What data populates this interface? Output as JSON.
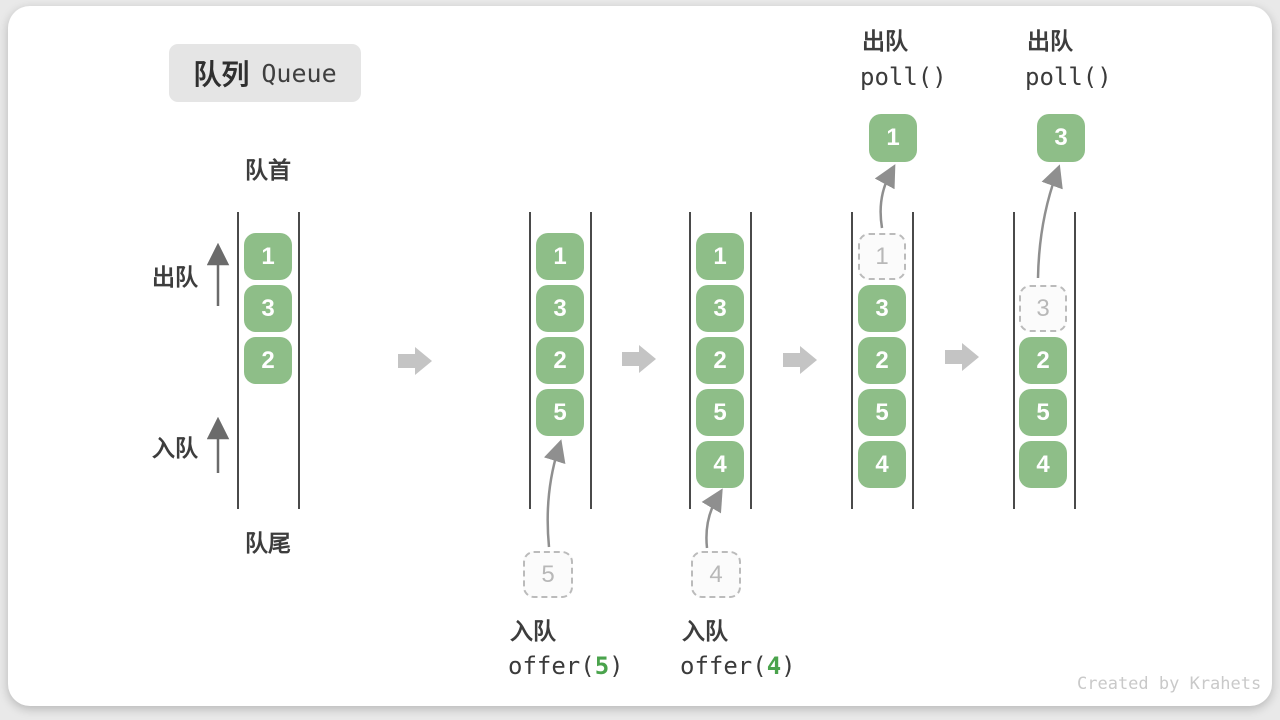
{
  "badge": {
    "cn": "队列",
    "en": "Queue"
  },
  "front_label": "队首",
  "rear_label": "队尾",
  "side_labels": {
    "dequeue": "出队",
    "enqueue": "入队"
  },
  "poll_ops": [
    {
      "label": "出队",
      "code": "poll()"
    },
    {
      "label": "出队",
      "code": "poll()"
    }
  ],
  "offer_ops": [
    {
      "label": "入队",
      "pre": "offer(",
      "arg": "5",
      "post": ")"
    },
    {
      "label": "入队",
      "pre": "offer(",
      "arg": "4",
      "post": ")"
    }
  ],
  "queues": [
    {
      "cells": [
        "1",
        "3",
        "2"
      ]
    },
    {
      "cells": [
        "1",
        "3",
        "2",
        "5"
      ],
      "incoming": "5"
    },
    {
      "cells": [
        "1",
        "3",
        "2",
        "5",
        "4"
      ],
      "incoming": "4"
    },
    {
      "ghost": "1",
      "cells": [
        "3",
        "2",
        "5",
        "4"
      ],
      "popped": "1"
    },
    {
      "ghost": "3",
      "cells": [
        "2",
        "5",
        "4"
      ],
      "popped": "3"
    }
  ],
  "watermark": "Created by Krahets",
  "colors": {
    "cell_green": "#8ebe88",
    "code_arg_green": "#4aa34c",
    "flow_arrow_gray": "#c4c4c4",
    "wall_gray": "#4a4a4a",
    "ghost_gray": "#bbbbbb"
  }
}
